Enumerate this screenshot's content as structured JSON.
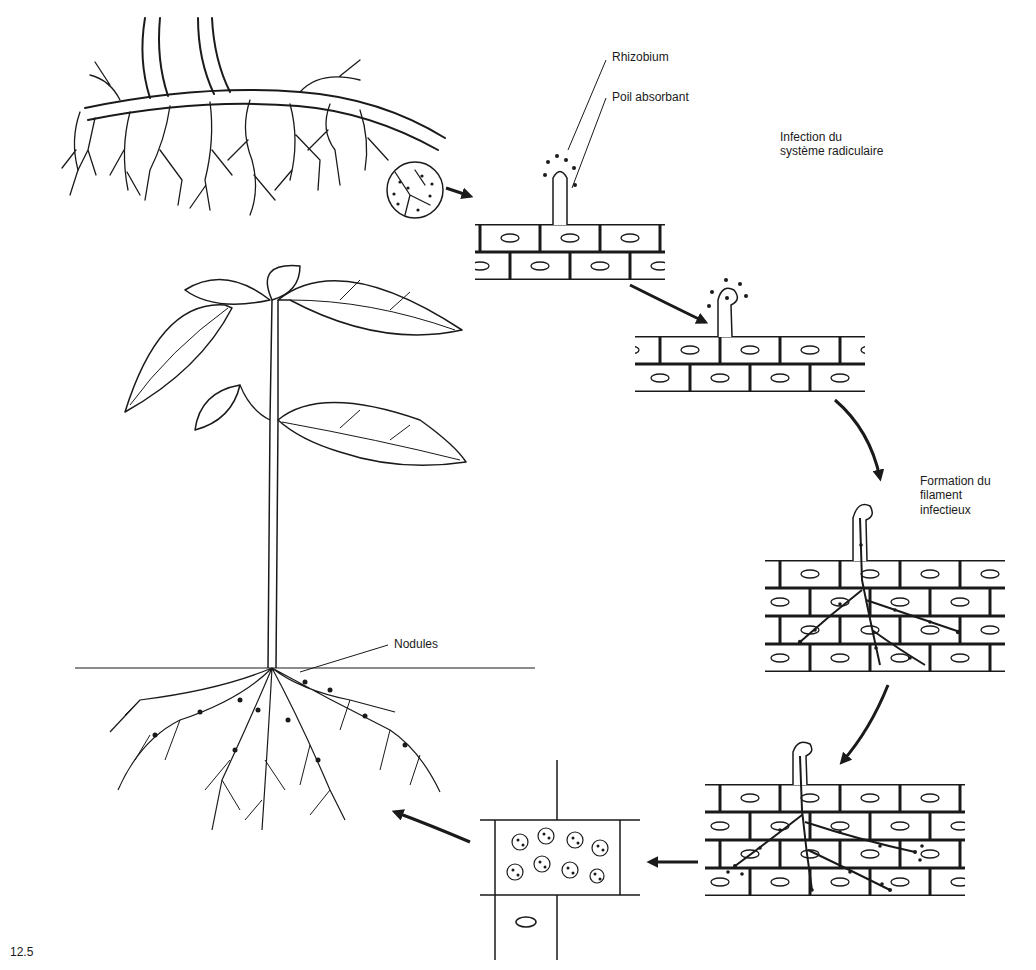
{
  "diagram": {
    "labels": [
      "Rhizobium",
      "Poil absorbant",
      "Infection du système radiculaire",
      "Formation du filament infectieux",
      "Nodules",
      "12.5"
    ]
  }
}
